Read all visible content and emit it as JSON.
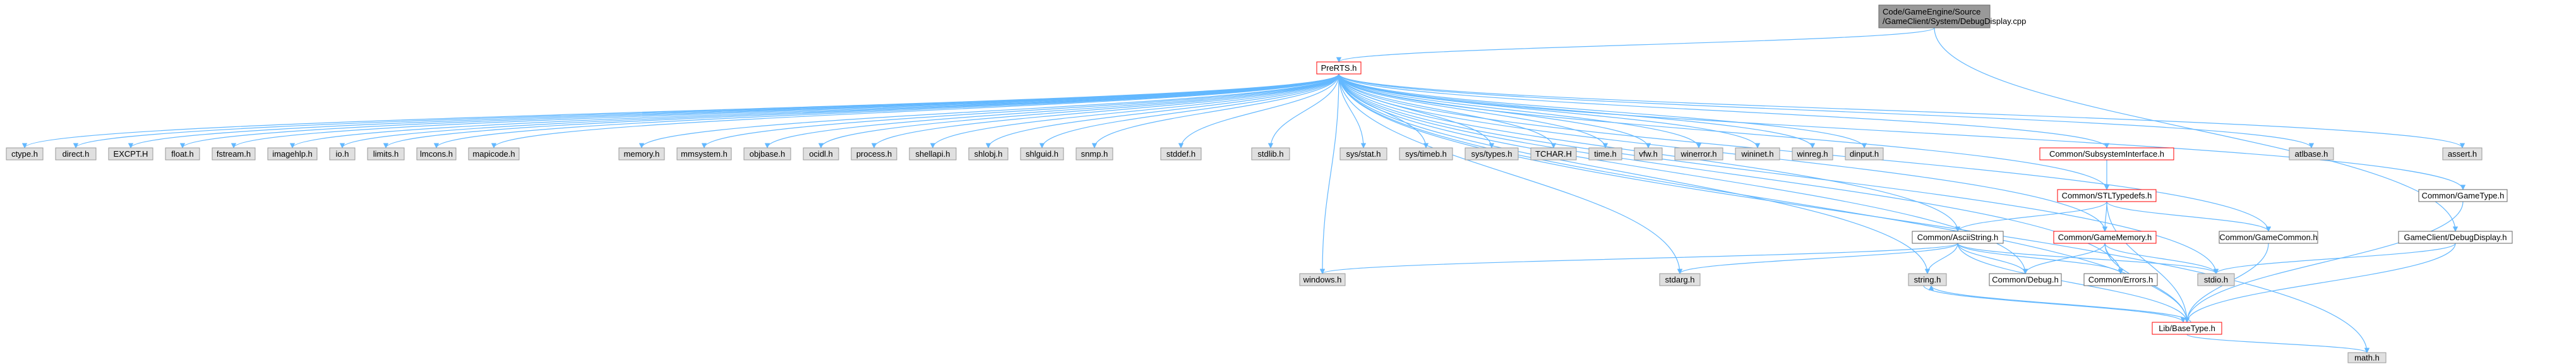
{
  "graph": {
    "root": "Code/GameEngine/Source/GameClient/System/DebugDisplay.cpp",
    "colors": {
      "edge": "#63b8ff",
      "root_fill": "#999999",
      "root_border": "#666666",
      "system_fill": "#e0e0e0",
      "system_border": "#999999",
      "local_fill": "#ffffff",
      "local_border": "#666666",
      "highlight_border": "#ff0000"
    },
    "nodes": {
      "root": {
        "label": [
          "Code/GameEngine/Source",
          "/GameClient/System/DebugDisplay.cpp"
        ],
        "kind": "root"
      },
      "prerts": {
        "label": [
          "PreRTS.h"
        ],
        "kind": "highlight"
      },
      "ctype": {
        "label": [
          "ctype.h"
        ],
        "kind": "system"
      },
      "direct": {
        "label": [
          "direct.h"
        ],
        "kind": "system"
      },
      "excpt": {
        "label": [
          "EXCPT.H"
        ],
        "kind": "system"
      },
      "float": {
        "label": [
          "float.h"
        ],
        "kind": "system"
      },
      "fstream": {
        "label": [
          "fstream.h"
        ],
        "kind": "system"
      },
      "imagehlp": {
        "label": [
          "imagehlp.h"
        ],
        "kind": "system"
      },
      "io": {
        "label": [
          "io.h"
        ],
        "kind": "system"
      },
      "limits": {
        "label": [
          "limits.h"
        ],
        "kind": "system"
      },
      "lmcons": {
        "label": [
          "lmcons.h"
        ],
        "kind": "system"
      },
      "mapicode": {
        "label": [
          "mapicode.h"
        ],
        "kind": "system"
      },
      "memory": {
        "label": [
          "memory.h"
        ],
        "kind": "system"
      },
      "mmsystem": {
        "label": [
          "mmsystem.h"
        ],
        "kind": "system"
      },
      "objbase": {
        "label": [
          "objbase.h"
        ],
        "kind": "system"
      },
      "ocidl": {
        "label": [
          "ocidl.h"
        ],
        "kind": "system"
      },
      "process": {
        "label": [
          "process.h"
        ],
        "kind": "system"
      },
      "shellapi": {
        "label": [
          "shellapi.h"
        ],
        "kind": "system"
      },
      "shlobj": {
        "label": [
          "shlobj.h"
        ],
        "kind": "system"
      },
      "shlguid": {
        "label": [
          "shlguid.h"
        ],
        "kind": "system"
      },
      "snmp": {
        "label": [
          "snmp.h"
        ],
        "kind": "system"
      },
      "stddef": {
        "label": [
          "stddef.h"
        ],
        "kind": "system"
      },
      "stdlib": {
        "label": [
          "stdlib.h"
        ],
        "kind": "system"
      },
      "sysstat": {
        "label": [
          "sys/stat.h"
        ],
        "kind": "system"
      },
      "systimeb": {
        "label": [
          "sys/timeb.h"
        ],
        "kind": "system"
      },
      "systypes": {
        "label": [
          "sys/types.h"
        ],
        "kind": "system"
      },
      "tchar": {
        "label": [
          "TCHAR.H"
        ],
        "kind": "system"
      },
      "time": {
        "label": [
          "time.h"
        ],
        "kind": "system"
      },
      "vfw": {
        "label": [
          "vfw.h"
        ],
        "kind": "system"
      },
      "winerror": {
        "label": [
          "winerror.h"
        ],
        "kind": "system"
      },
      "wininet": {
        "label": [
          "wininet.h"
        ],
        "kind": "system"
      },
      "winreg": {
        "label": [
          "winreg.h"
        ],
        "kind": "system"
      },
      "dinput": {
        "label": [
          "dinput.h"
        ],
        "kind": "system"
      },
      "subsys": {
        "label": [
          "Common/SubsystemInterface.h"
        ],
        "kind": "highlight"
      },
      "atlbase": {
        "label": [
          "atlbase.h"
        ],
        "kind": "system"
      },
      "assert": {
        "label": [
          "assert.h"
        ],
        "kind": "system"
      },
      "stltypedefs": {
        "label": [
          "Common/STLTypedefs.h"
        ],
        "kind": "highlight"
      },
      "gametype": {
        "label": [
          "Common/GameType.h"
        ],
        "kind": "local"
      },
      "asciistring": {
        "label": [
          "Common/AsciiString.h"
        ],
        "kind": "local"
      },
      "gamememory": {
        "label": [
          "Common/GameMemory.h"
        ],
        "kind": "highlight"
      },
      "gamecommon": {
        "label": [
          "Common/GameCommon.h"
        ],
        "kind": "local"
      },
      "debugdisplay": {
        "label": [
          "GameClient/DebugDisplay.h"
        ],
        "kind": "local"
      },
      "windows": {
        "label": [
          "windows.h"
        ],
        "kind": "system"
      },
      "stdarg": {
        "label": [
          "stdarg.h"
        ],
        "kind": "system"
      },
      "string": {
        "label": [
          "string.h"
        ],
        "kind": "system"
      },
      "debug": {
        "label": [
          "Common/Debug.h"
        ],
        "kind": "local"
      },
      "errors": {
        "label": [
          "Common/Errors.h"
        ],
        "kind": "local"
      },
      "stdio": {
        "label": [
          "stdio.h"
        ],
        "kind": "system"
      },
      "basetype": {
        "label": [
          "Lib/BaseType.h"
        ],
        "kind": "highlight"
      },
      "math": {
        "label": [
          "math.h"
        ],
        "kind": "system"
      }
    },
    "edges": [
      [
        "root",
        "prerts"
      ],
      [
        "root",
        "debugdisplay"
      ],
      [
        "prerts",
        "ctype"
      ],
      [
        "prerts",
        "direct"
      ],
      [
        "prerts",
        "excpt"
      ],
      [
        "prerts",
        "float"
      ],
      [
        "prerts",
        "fstream"
      ],
      [
        "prerts",
        "imagehlp"
      ],
      [
        "prerts",
        "io"
      ],
      [
        "prerts",
        "limits"
      ],
      [
        "prerts",
        "lmcons"
      ],
      [
        "prerts",
        "mapicode"
      ],
      [
        "prerts",
        "memory"
      ],
      [
        "prerts",
        "mmsystem"
      ],
      [
        "prerts",
        "objbase"
      ],
      [
        "prerts",
        "ocidl"
      ],
      [
        "prerts",
        "process"
      ],
      [
        "prerts",
        "shellapi"
      ],
      [
        "prerts",
        "shlobj"
      ],
      [
        "prerts",
        "shlguid"
      ],
      [
        "prerts",
        "snmp"
      ],
      [
        "prerts",
        "stddef"
      ],
      [
        "prerts",
        "stdlib"
      ],
      [
        "prerts",
        "sysstat"
      ],
      [
        "prerts",
        "systimeb"
      ],
      [
        "prerts",
        "systypes"
      ],
      [
        "prerts",
        "tchar"
      ],
      [
        "prerts",
        "time"
      ],
      [
        "prerts",
        "vfw"
      ],
      [
        "prerts",
        "winerror"
      ],
      [
        "prerts",
        "wininet"
      ],
      [
        "prerts",
        "winreg"
      ],
      [
        "prerts",
        "dinput"
      ],
      [
        "prerts",
        "subsys"
      ],
      [
        "prerts",
        "atlbase"
      ],
      [
        "prerts",
        "assert"
      ],
      [
        "prerts",
        "gametype"
      ],
      [
        "prerts",
        "asciistring"
      ],
      [
        "prerts",
        "gamememory"
      ],
      [
        "prerts",
        "gamecommon"
      ],
      [
        "prerts",
        "stltypedefs"
      ],
      [
        "prerts",
        "windows"
      ],
      [
        "prerts",
        "stdarg"
      ],
      [
        "prerts",
        "string"
      ],
      [
        "prerts",
        "debug"
      ],
      [
        "prerts",
        "errors"
      ],
      [
        "prerts",
        "stdio"
      ],
      [
        "prerts",
        "basetype"
      ],
      [
        "prerts",
        "math"
      ],
      [
        "subsys",
        "stltypedefs"
      ],
      [
        "stltypedefs",
        "asciistring"
      ],
      [
        "stltypedefs",
        "gamememory"
      ],
      [
        "stltypedefs",
        "gamecommon"
      ],
      [
        "stltypedefs",
        "basetype"
      ],
      [
        "asciistring",
        "windows"
      ],
      [
        "asciistring",
        "stdarg"
      ],
      [
        "asciistring",
        "string"
      ],
      [
        "asciistring",
        "debug"
      ],
      [
        "asciistring",
        "errors"
      ],
      [
        "asciistring",
        "stdio"
      ],
      [
        "asciistring",
        "basetype"
      ],
      [
        "gamememory",
        "debug"
      ],
      [
        "gamememory",
        "errors"
      ],
      [
        "gamememory",
        "stdio"
      ],
      [
        "gamememory",
        "basetype"
      ],
      [
        "gamecommon",
        "basetype"
      ],
      [
        "gametype",
        "basetype"
      ],
      [
        "debugdisplay",
        "stdio"
      ],
      [
        "debugdisplay",
        "basetype"
      ],
      [
        "string",
        "basetype"
      ],
      [
        "basetype",
        "string"
      ],
      [
        "basetype",
        "math"
      ]
    ]
  }
}
